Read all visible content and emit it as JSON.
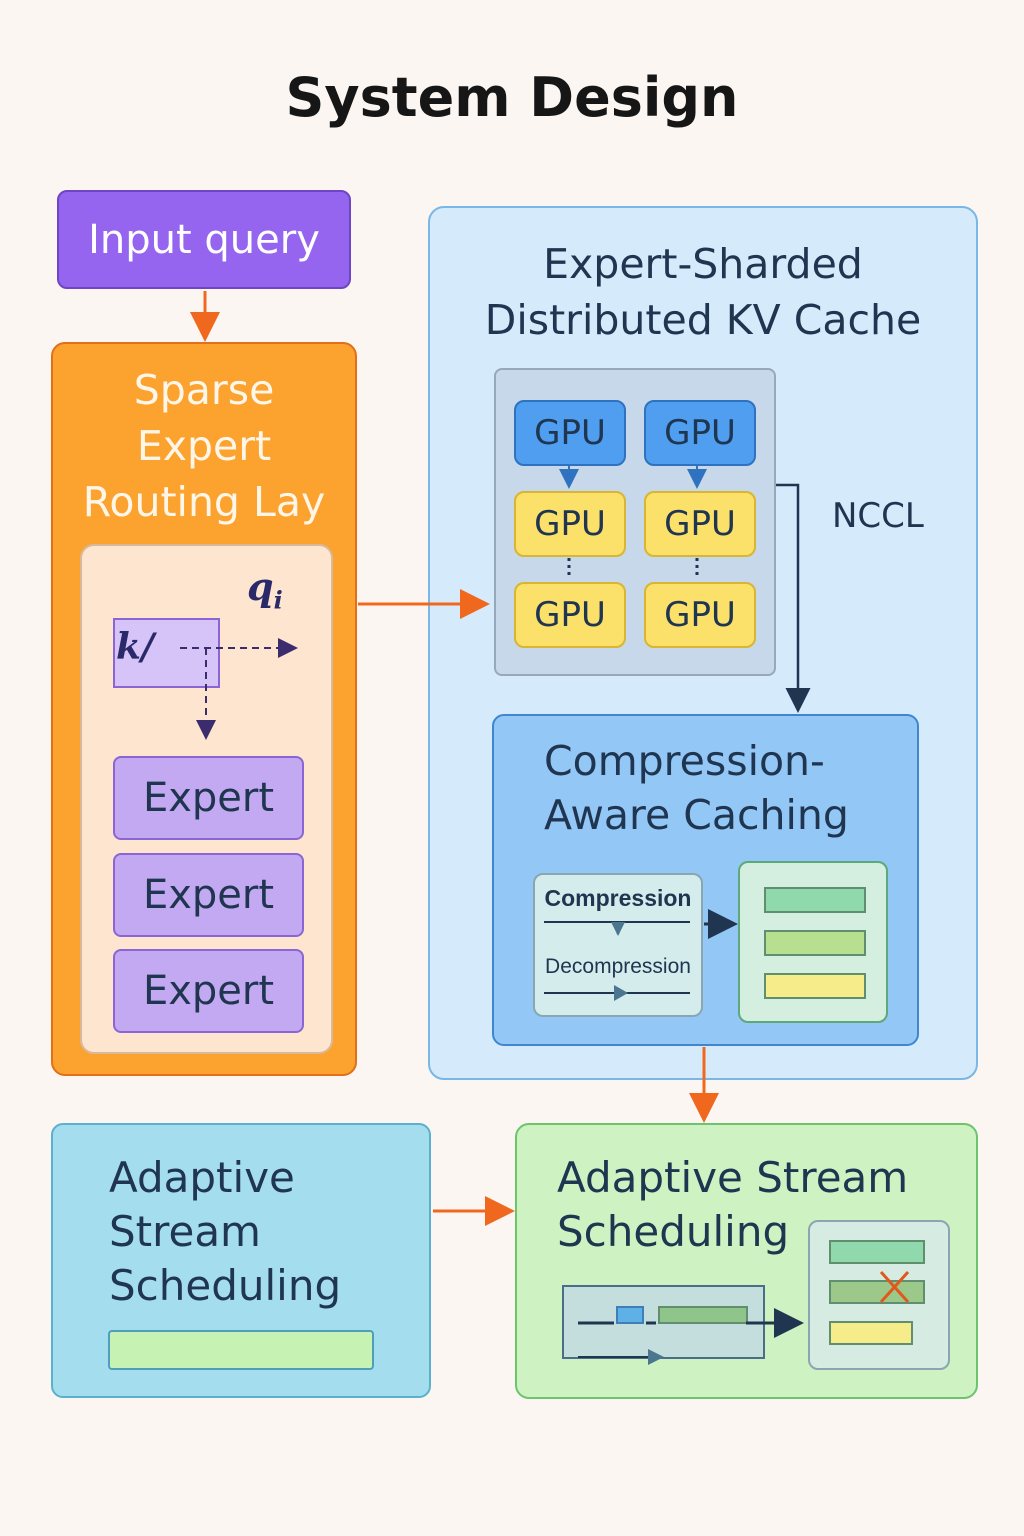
{
  "title": "System Design",
  "input_query": {
    "label": "Input query"
  },
  "sparse_routing": {
    "title_lines": [
      "Sparse",
      "Expert",
      "Routing Lay"
    ],
    "query_symbol": "q",
    "query_subscript": "i",
    "key_symbol": "k/",
    "experts": [
      "Expert",
      "Expert",
      "Expert"
    ]
  },
  "kv_cache": {
    "title_lines": [
      "Expert-Sharded",
      "Distributed KV Cache"
    ],
    "gpu_grid": [
      [
        "GPU",
        "GPU"
      ],
      [
        "GPU",
        "GPU"
      ],
      [
        "GPU",
        "GPU"
      ]
    ],
    "interconnect_label": "NCCL"
  },
  "compression_caching": {
    "title_lines": [
      "Compression-",
      "Aware Caching"
    ],
    "compression_label": "Compression",
    "decompression_label": "Decompression"
  },
  "adaptive_left": {
    "title_lines": [
      "Adaptive",
      "Stream",
      "Scheduling"
    ]
  },
  "adaptive_right": {
    "title_lines": [
      "Adaptive Stream",
      "Scheduling"
    ]
  },
  "colors": {
    "arrow": "#f0681e",
    "dark_arrow": "#1f3550",
    "input_query": "#9565f0",
    "sparse_routing": "#fca22e",
    "gpu_blue": "#4f9ef0",
    "gpu_yellow": "#fbe06a",
    "kv_cache_bg": "#d5eafb",
    "compression_bg": "#93c7f6",
    "adaptive_left_bg": "#a4dded",
    "adaptive_right_bg": "#cff2c2"
  }
}
